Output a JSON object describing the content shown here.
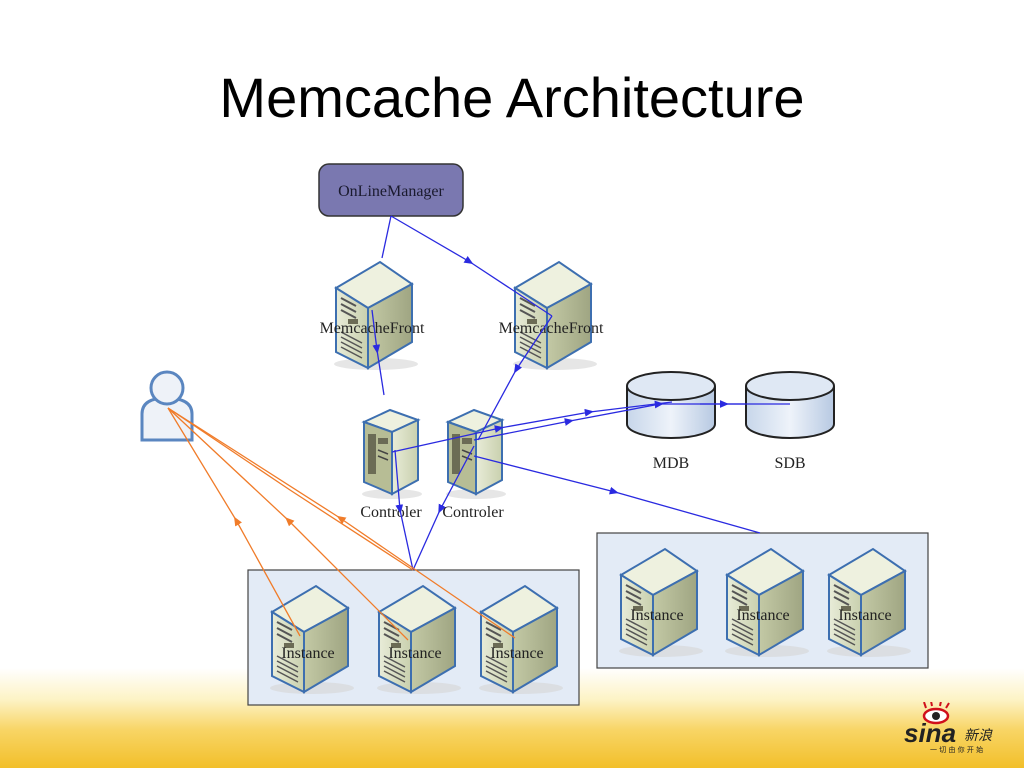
{
  "slide": {
    "title": "Memcache Architecture"
  },
  "diagram": {
    "online_manager": "OnLineManager",
    "front_servers": [
      "MemcacheFront",
      "MemcacheFront"
    ],
    "controllers": [
      "Controler",
      "Controler"
    ],
    "databases": [
      "MDB",
      "SDB"
    ],
    "instances_left": [
      "Instance",
      "Instance",
      "Instance"
    ],
    "instances_right": [
      "Instance",
      "Instance",
      "Instance"
    ]
  },
  "logo": {
    "brand": "sina",
    "chinese": "新浪",
    "tagline": "一 切 由 你 开 始"
  },
  "colors": {
    "manager_fill": "#7a78b0",
    "blue_line": "#2a2ae0",
    "orange_line": "#f07c2a",
    "panel_fill": "#e3ebf6"
  }
}
